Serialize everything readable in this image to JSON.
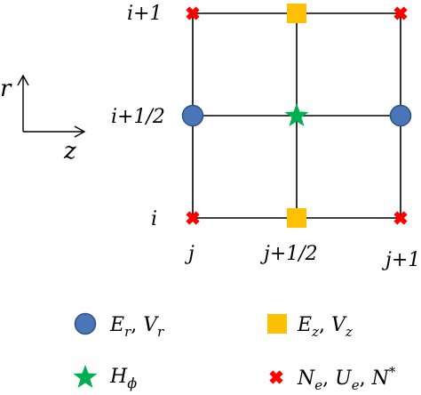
{
  "diagram": {
    "row_labels": {
      "top": "i+1",
      "middle": "i+1/2",
      "bottom": "i"
    },
    "col_labels": {
      "left": "j",
      "middle": "j+1/2",
      "right": "j+1"
    },
    "axes": {
      "vertical": "r",
      "horizontal": "z"
    },
    "colors": {
      "circle_fill": "#4a76b7",
      "circle_stroke": "#2f4f86",
      "square_fill": "#ffc000",
      "star_fill": "#00b050",
      "cross_fill": "#ff0000",
      "grid_line": "#000000"
    },
    "legend": {
      "circle": {
        "a": "E",
        "a_sub": "r",
        "sep": ", ",
        "b": "V",
        "b_sub": "r"
      },
      "square": {
        "a": "E",
        "a_sub": "z",
        "sep": ", ",
        "b": "V",
        "b_sub": "z"
      },
      "star": {
        "a": "H",
        "a_sub": "ϕ"
      },
      "cross": {
        "a": "N",
        "a_sub": "e",
        "sep1": ", ",
        "b": "U",
        "b_sub": "e",
        "sep2": ", ",
        "c": "N",
        "c_sup": "*"
      }
    }
  }
}
